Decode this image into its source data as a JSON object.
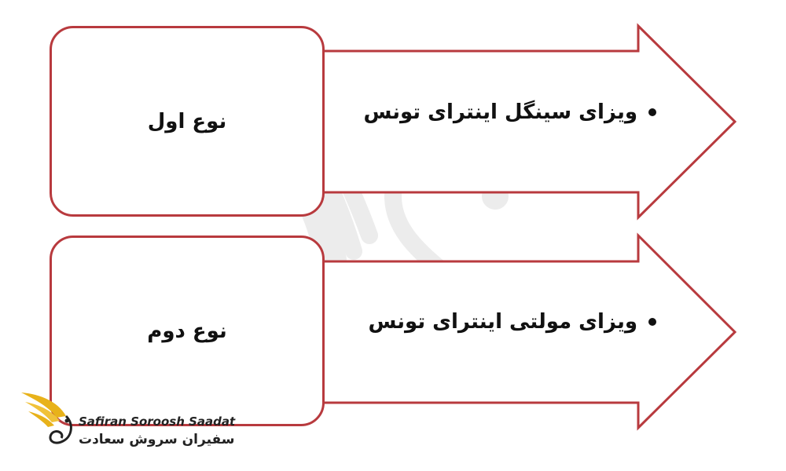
{
  "colors": {
    "outline": "#b83a3e",
    "text": "#111111",
    "watermark": "#e9e9e9",
    "logo_gold": "#e8b21a"
  },
  "rows": [
    {
      "type_label": "نوع اول",
      "bullet_text": "ویزای سینگل اینترای تونس"
    },
    {
      "type_label": "نوع دوم",
      "bullet_text": "ویزای مولتی اینترای تونس"
    }
  ],
  "logo": {
    "name_en": "Safiran Soroosh Saadat",
    "name_fa": "سفیران سروش سعادت"
  }
}
